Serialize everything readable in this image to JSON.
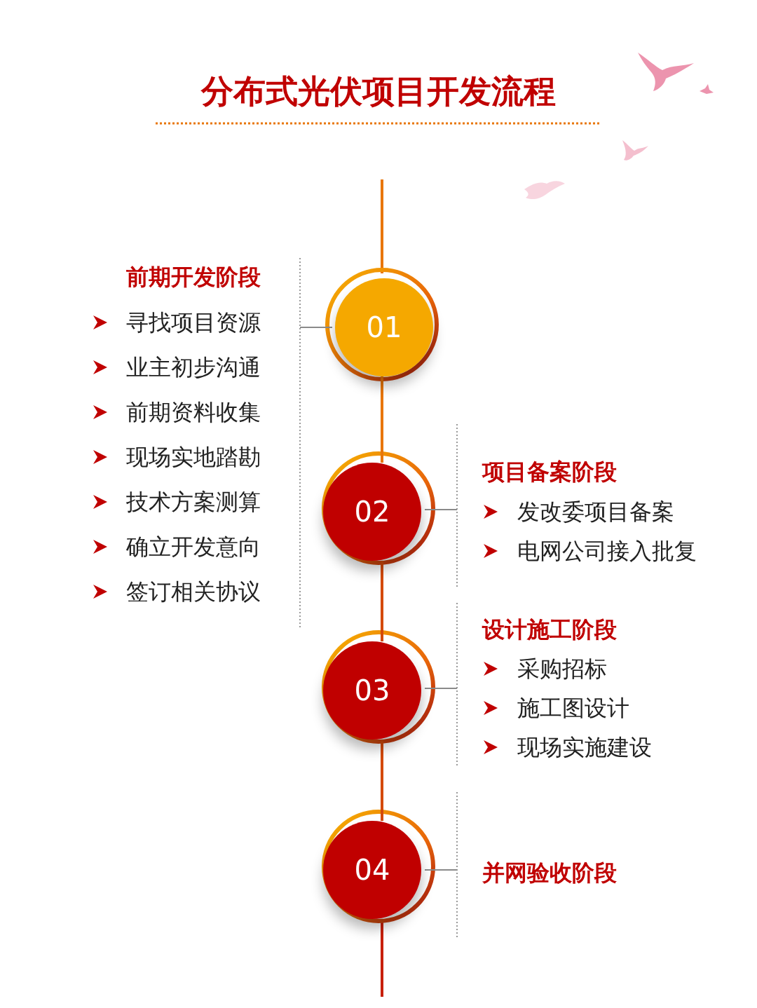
{
  "diagram": {
    "title": "分布式光伏项目开发流程",
    "nodes": [
      {
        "text": [
          "01"
        ]
      },
      {
        "text": [
          "02"
        ]
      },
      {
        "text": [
          "03"
        ]
      },
      {
        "text": [
          "04"
        ]
      }
    ],
    "edges": [
      {
        "from": 0,
        "to": 1,
        "arrow": "none"
      },
      {
        "from": 1,
        "to": 2,
        "arrow": "none"
      },
      {
        "from": 2,
        "to": 3,
        "arrow": "none"
      }
    ],
    "labels": [
      "前期开发阶段",
      "寻找项目资源",
      "业主初步沟通",
      "前期资料收集",
      "现场实地踏勘",
      "技术方案测算",
      "确立开发意向",
      "签订相关协议",
      "项目备案阶段",
      "发改委项目备案",
      "电网公司接入批复",
      "设计施工阶段",
      "采购招标",
      "施工图设计",
      "现场实施建设",
      "并网验收阶段"
    ]
  }
}
